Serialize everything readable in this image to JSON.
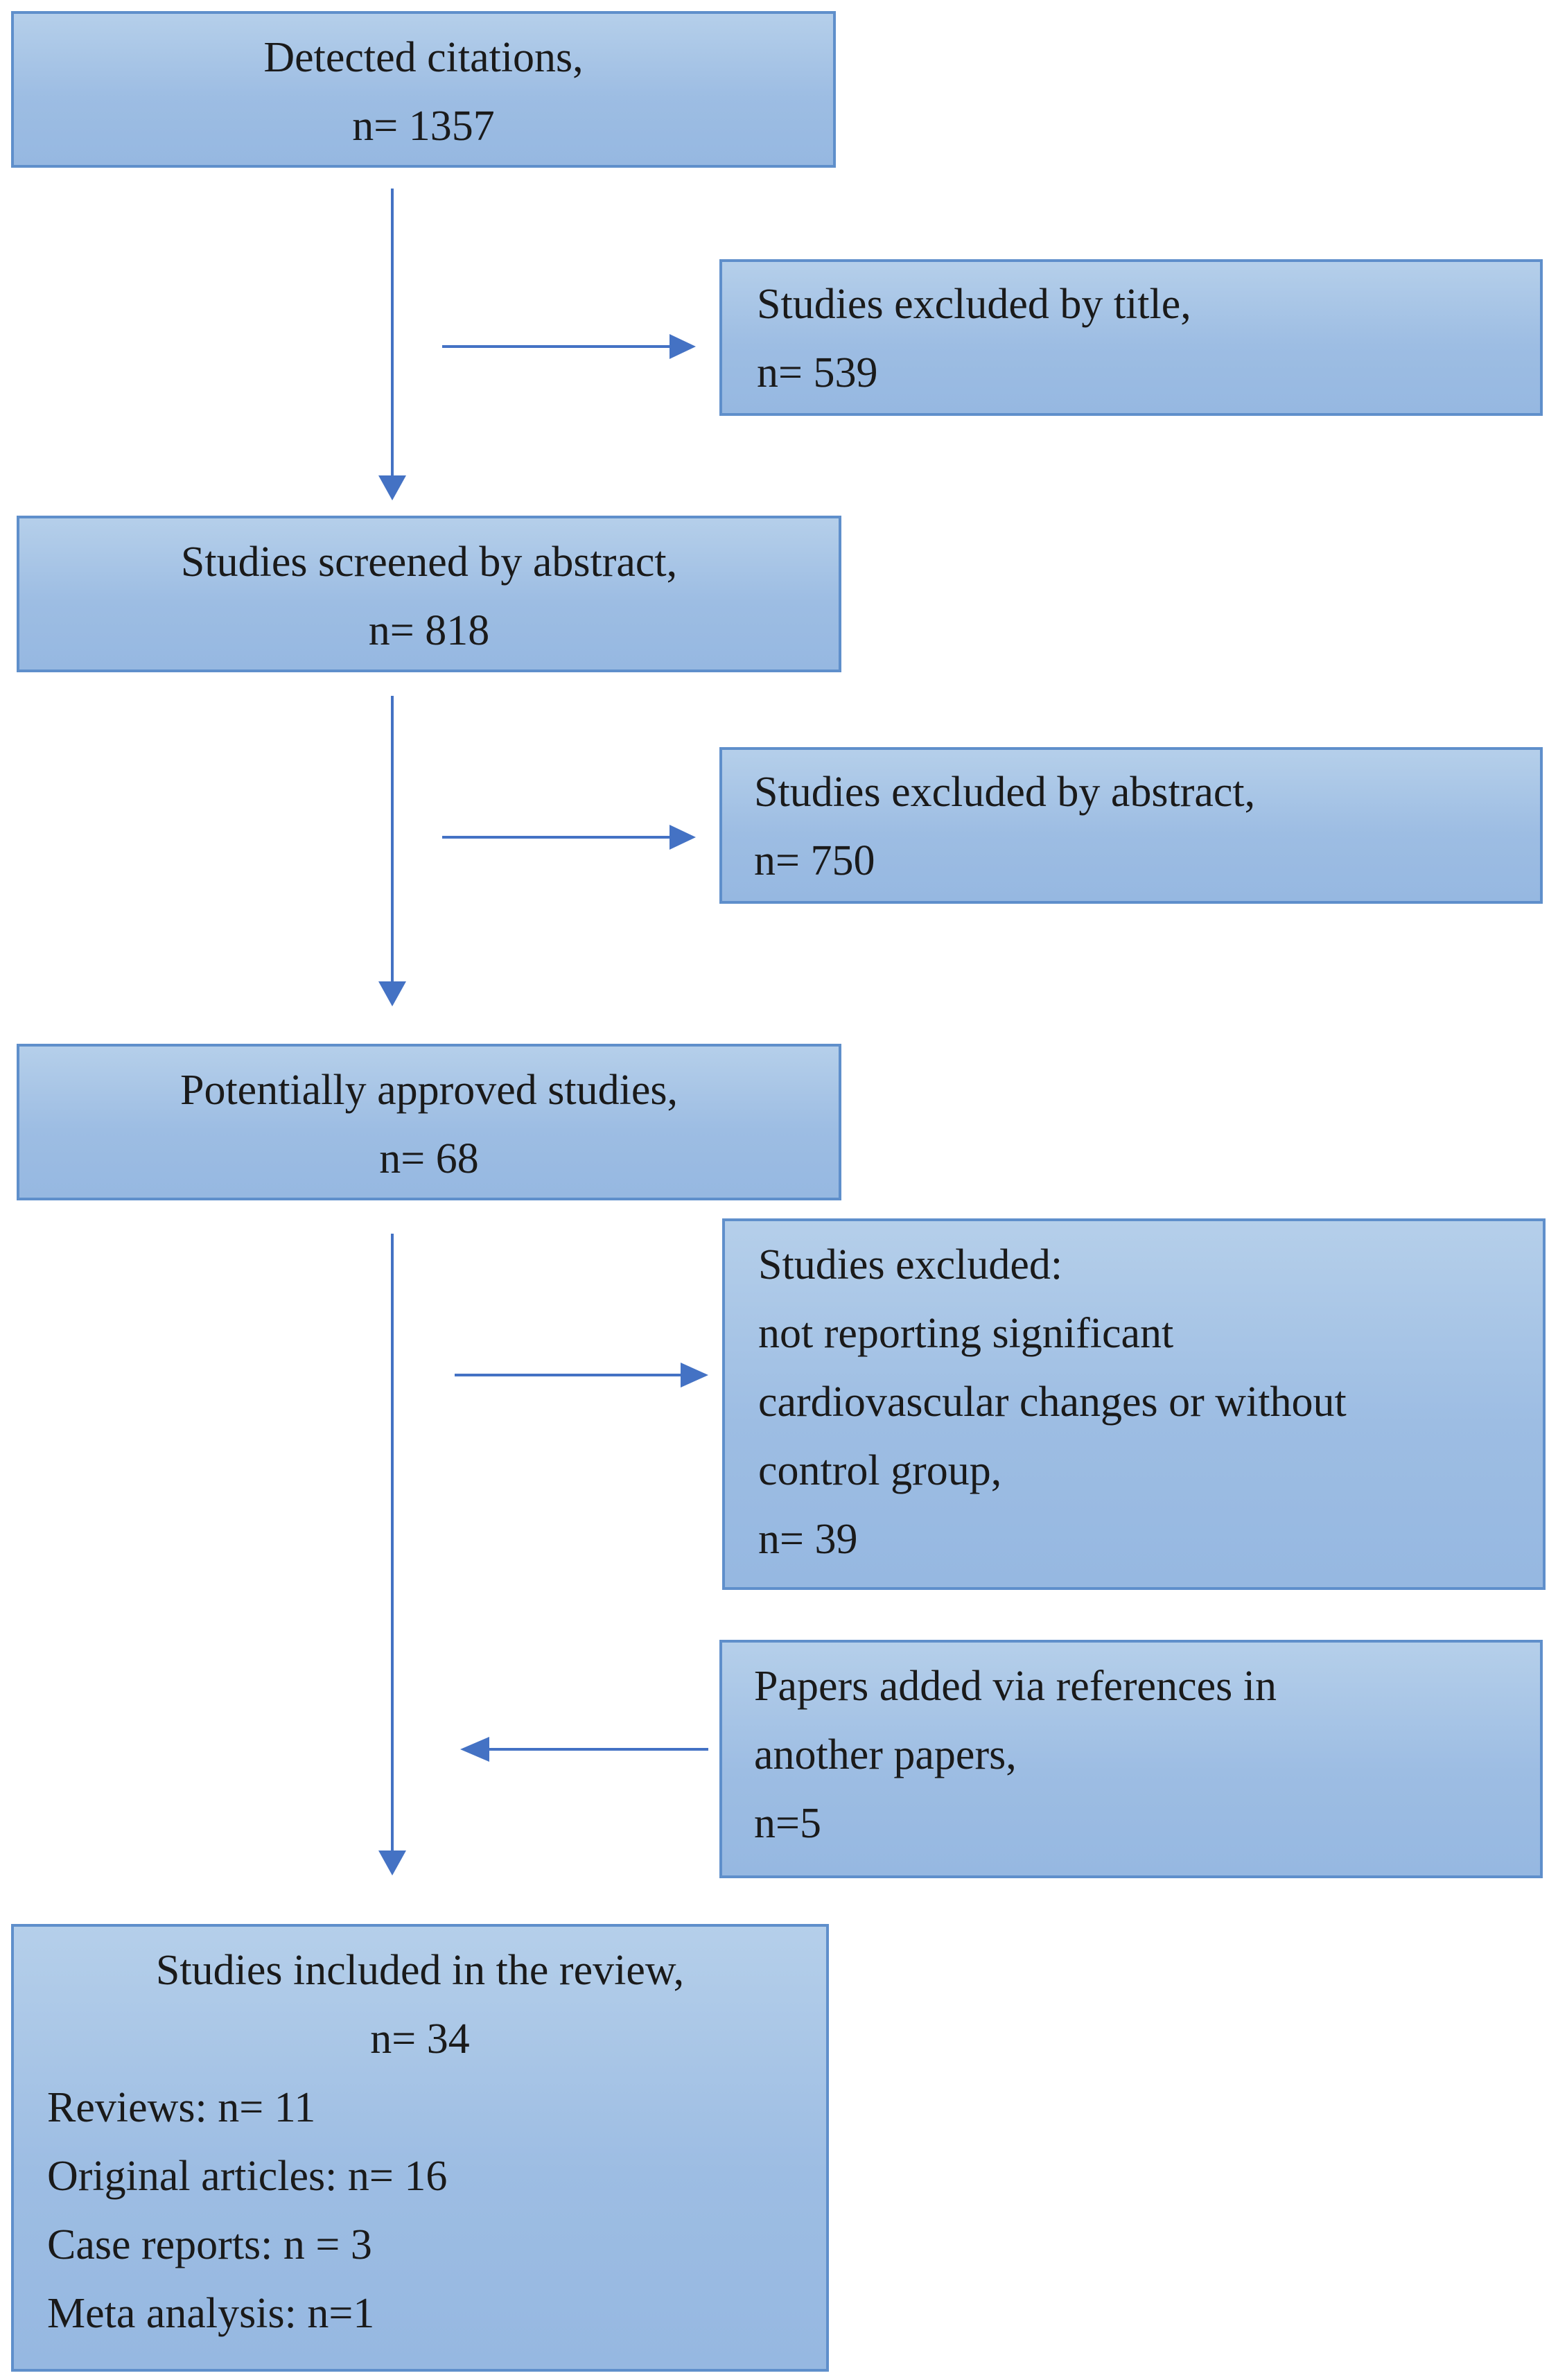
{
  "diagram": {
    "detected": {
      "title": "Detected citations,",
      "count": "n= 1357"
    },
    "excluded_title": {
      "title": "Studies excluded by title,",
      "count": "n= 539"
    },
    "screened": {
      "title": "Studies screened by abstract,",
      "count": "n= 818"
    },
    "excluded_abstract": {
      "title": "Studies excluded by abstract,",
      "count": "n= 750"
    },
    "approved": {
      "title": "Potentially approved studies,",
      "count": "n= 68"
    },
    "excluded_other": {
      "line1": "Studies excluded:",
      "line2": "not reporting significant",
      "line3": "cardiovascular changes or without",
      "line4": "control group,",
      "count": "n= 39"
    },
    "added": {
      "line1": "Papers added via references in",
      "line2": "another papers,",
      "count": "n=5"
    },
    "included": {
      "title": "Studies included in the review,",
      "count": "n= 34",
      "reviews": "Reviews: n= 11",
      "original": "Original articles: n= 16",
      "case_reports": "Case reports: n = 3",
      "meta": "Meta analysis: n=1"
    }
  },
  "colors": {
    "box_fill": "#9dbde3",
    "box_border": "#5f8fcb",
    "arrow": "#4472c4"
  }
}
